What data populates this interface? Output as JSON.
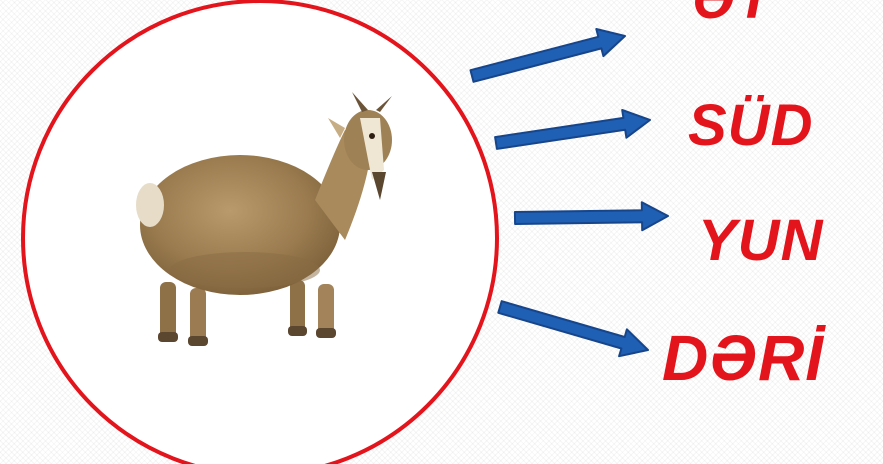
{
  "colors": {
    "circle": "#e3141b",
    "text": "#e3141b",
    "arrow_fill": "#1f5fb4",
    "arrow_stroke": "#17458a"
  },
  "image": {
    "subject": "goat-image"
  },
  "products": [
    {
      "label": "ƏT"
    },
    {
      "label": "SÜD"
    },
    {
      "label": "YUN"
    },
    {
      "label": "DƏRİ"
    }
  ]
}
